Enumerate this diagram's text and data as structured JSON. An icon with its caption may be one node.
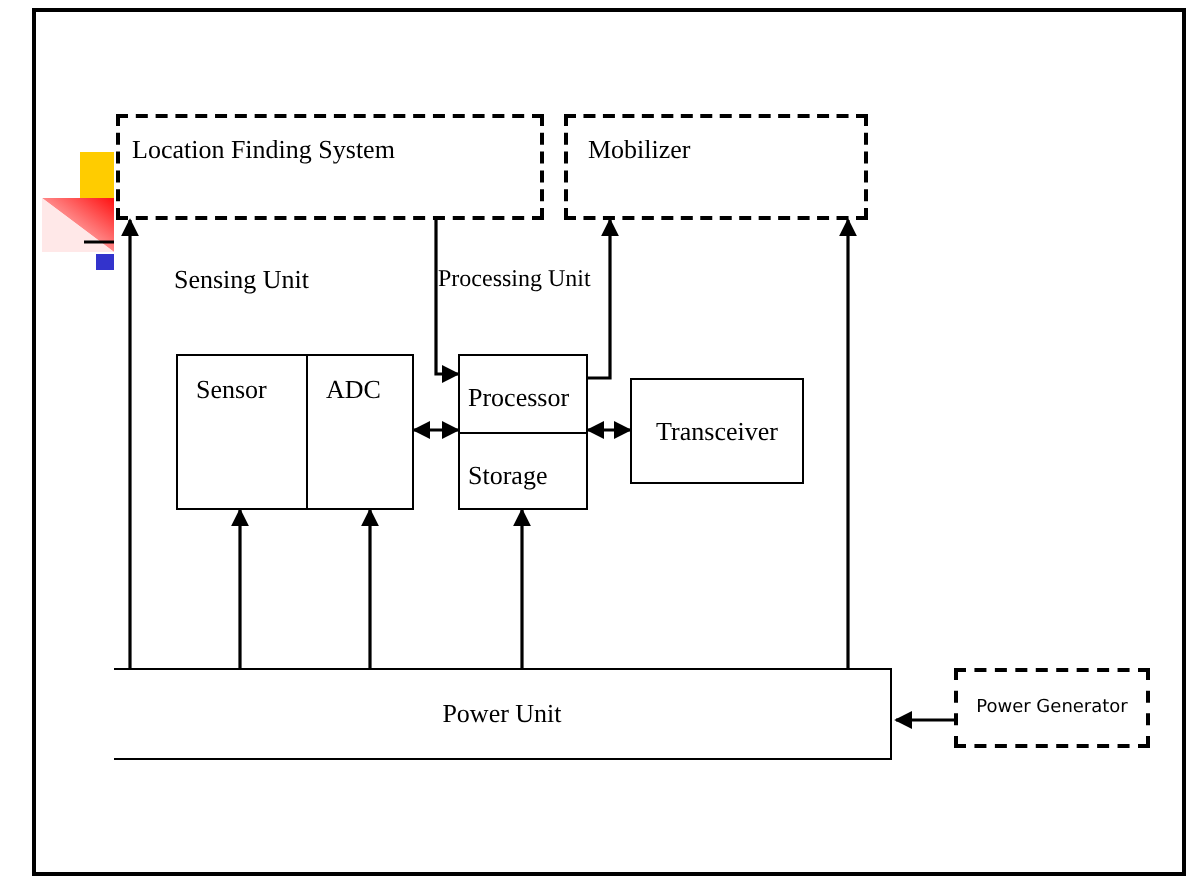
{
  "diagram": {
    "nodes": [
      {
        "text": [
          "Location Finding System"
        ]
      },
      {
        "text": [
          "Mobilizer"
        ]
      },
      {
        "text": [
          "Sensor"
        ]
      },
      {
        "text": [
          "ADC"
        ]
      },
      {
        "text": [
          "Processor"
        ]
      },
      {
        "text": [
          "Storage"
        ]
      },
      {
        "text": [
          "Transceiver"
        ]
      },
      {
        "text": [
          "Power Unit"
        ]
      },
      {
        "text": [
          "Power Generator"
        ]
      }
    ],
    "edges": [
      {
        "from": 7,
        "to": 0,
        "arrow": "to"
      },
      {
        "from": 7,
        "to": 2,
        "arrow": "to"
      },
      {
        "from": 7,
        "to": 3,
        "arrow": "to"
      },
      {
        "from": 7,
        "to": 5,
        "arrow": "to"
      },
      {
        "from": 7,
        "to": 1,
        "arrow": "to"
      },
      {
        "from": 8,
        "to": 7,
        "arrow": "to"
      },
      {
        "from": 3,
        "to": 4,
        "arrow": "both"
      },
      {
        "from": 4,
        "to": 6,
        "arrow": "both"
      },
      {
        "from": 0,
        "to": 4,
        "arrow": "to"
      },
      {
        "from": 4,
        "to": 1,
        "arrow": "to"
      }
    ],
    "labels": [
      "Sensing Unit",
      "Processing Unit"
    ]
  }
}
